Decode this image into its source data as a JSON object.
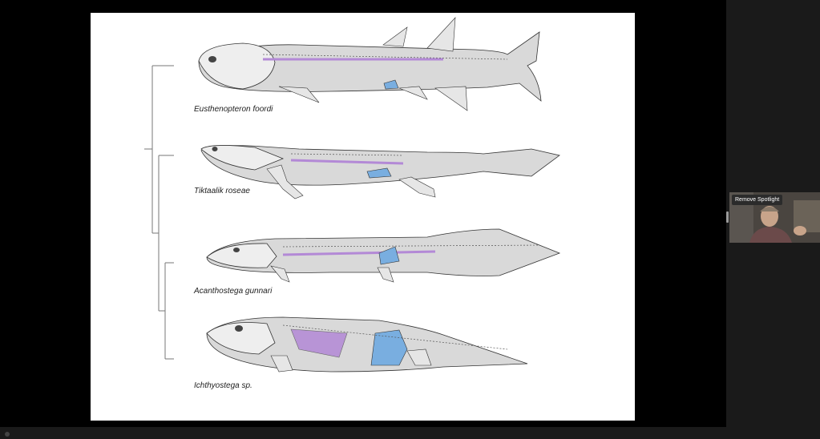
{
  "slide": {
    "species": [
      {
        "name": "Eusthenopteron foordi"
      },
      {
        "name": "Tiktaalik roseae"
      },
      {
        "name": "Acanthostega gunnari"
      },
      {
        "name": "Ichthyostega sp."
      }
    ],
    "colors": {
      "body": "#d9d9d9",
      "outline": "#333333",
      "spine_highlight": "#b389d6",
      "pelvic_highlight": "#79aee0"
    }
  },
  "video_gallery": {
    "remove_spotlight_label": "Remove Spotlight"
  },
  "icons": [
    "participant-video-tile",
    "gallery-scroll-handle"
  ]
}
